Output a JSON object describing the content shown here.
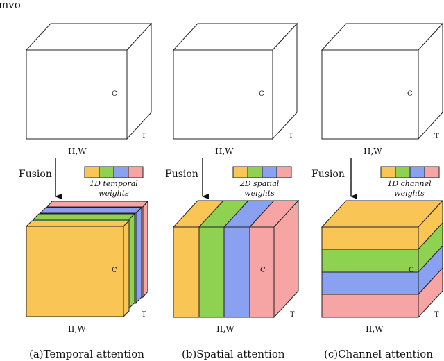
{
  "top_fragment": "mvo",
  "colors": {
    "yellow": "#f9c655",
    "green": "#8fd150",
    "blue": "#8aa0f0",
    "pink": "#f6a4a4",
    "stroke": "#222222"
  },
  "panels": [
    {
      "id": "temporal",
      "hw_top": "H,W",
      "c_top": "C",
      "t_top": "T",
      "fusion": "Fusion",
      "weights_line1": "1D temporal",
      "weights_line2": "weights",
      "hw_bottom": "II,W",
      "c_bottom": "C",
      "t_bottom": "T",
      "caption": "(a)Temporal attention"
    },
    {
      "id": "spatial",
      "hw_top": "H,W",
      "c_top": "C",
      "t_top": "T",
      "fusion": "Fusion",
      "weights_line1": "2D spatial",
      "weights_line2": "weights",
      "hw_bottom": "II,W",
      "c_bottom": "C",
      "t_bottom": "T",
      "caption": "(b)Spatial attention"
    },
    {
      "id": "channel",
      "hw_top": "H,W",
      "c_top": "C",
      "t_top": "T",
      "fusion": "Fusion",
      "weights_line1": "1D channel",
      "weights_line2": "weights",
      "hw_bottom": "II,W",
      "c_bottom": "C",
      "t_bottom": "T",
      "caption": "(c)Channel attention"
    }
  ]
}
